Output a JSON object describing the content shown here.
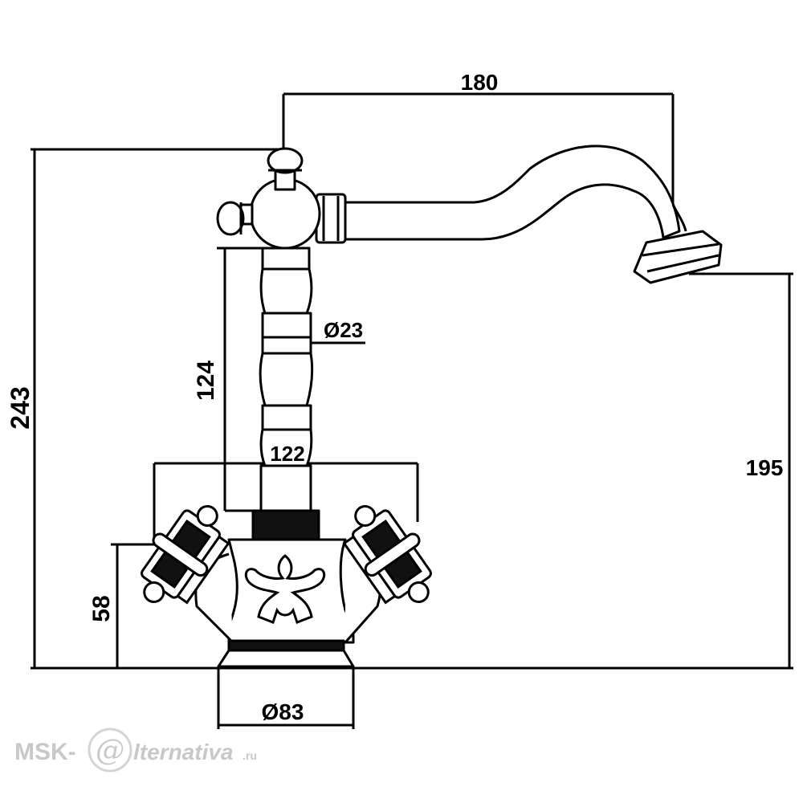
{
  "dimensions": {
    "spout_reach": "180",
    "total_height": "243",
    "body_height": "124",
    "column_diameter": "Ø23",
    "handles_span": "122",
    "spout_height": "195",
    "base_height": "58",
    "base_diameter": "Ø83"
  },
  "watermark": {
    "prefix": "MSK-",
    "suffix": "lternativa",
    "domain": ".ru"
  },
  "colors": {
    "line": "#000000",
    "watermark": "#c8c8c8"
  }
}
